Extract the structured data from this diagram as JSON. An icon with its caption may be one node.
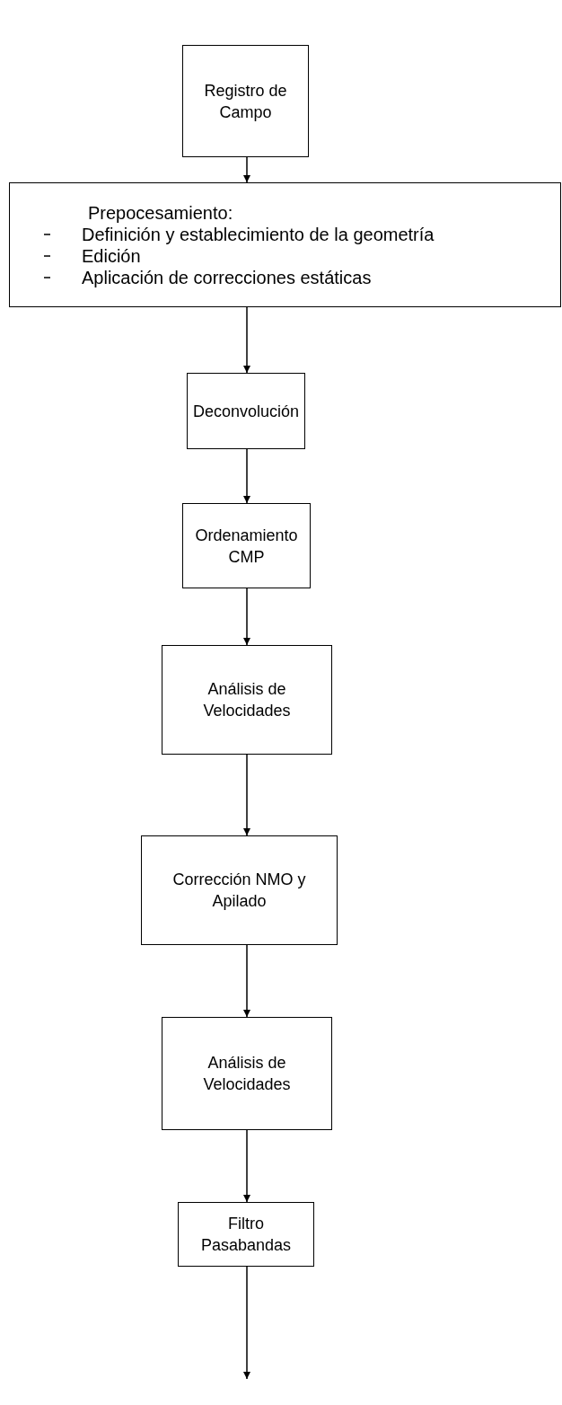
{
  "diagram": {
    "nodes": [
      {
        "text": [
          "Registro de Campo"
        ]
      },
      {
        "text": [
          "Prepocesamiento:",
          "Definición y establecimiento de la geometría",
          "Edición",
          "Aplicación de correcciones estáticas"
        ]
      },
      {
        "text": [
          "Deconvolución"
        ]
      },
      {
        "text": [
          "Ordenamiento CMP"
        ]
      },
      {
        "text": [
          "Análisis de Velocidades"
        ]
      },
      {
        "text": [
          "Corrección NMO y Apilado"
        ]
      },
      {
        "text": [
          "Análisis de Velocidades"
        ]
      },
      {
        "text": [
          "Filtro Pasabandas"
        ]
      }
    ],
    "edges": [
      {
        "from": 0,
        "to": 1,
        "arrow": "to"
      },
      {
        "from": 1,
        "to": 2,
        "arrow": "to"
      },
      {
        "from": 2,
        "to": 3,
        "arrow": "to"
      },
      {
        "from": 3,
        "to": 4,
        "arrow": "to"
      },
      {
        "from": 4,
        "to": 5,
        "arrow": "to"
      },
      {
        "from": 5,
        "to": 6,
        "arrow": "to"
      },
      {
        "from": 6,
        "to": 7,
        "arrow": "to"
      },
      {
        "from": 7,
        "to": null,
        "arrow": "to"
      }
    ]
  }
}
